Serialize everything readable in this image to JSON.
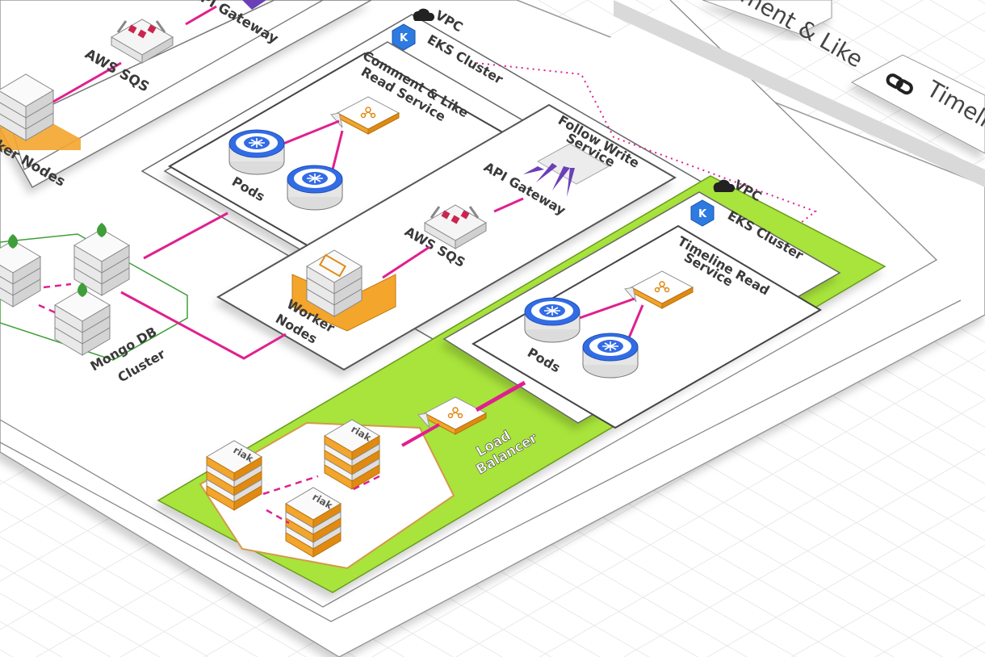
{
  "diagram": {
    "top_labels": {
      "api_gateway_partial": "API Gateway",
      "aws_sqs_top": "AWS SQS",
      "worker_nodes_partial": "Worker Nodes",
      "comment_like_partial": "Comment & Like",
      "timeline_partial": "Timeline"
    },
    "comment_like_read": {
      "vpc": "VPC",
      "eks": "EKS Cluster",
      "service": [
        "Comment & Like",
        "Read Service"
      ],
      "pods": "Pods"
    },
    "follow_write": {
      "service": [
        "Follow Write",
        "Service"
      ],
      "api_gateway": "API Gateway",
      "aws_sqs": "AWS SQS",
      "worker_nodes": [
        "Worker",
        "Nodes"
      ]
    },
    "mongo": {
      "label": [
        "Mongo DB",
        "Cluster"
      ]
    },
    "timeline_read": {
      "vpc": "VPC",
      "eks": "EKS Cluster",
      "service": [
        "Timeline Read",
        "Service"
      ],
      "pods": "Pods",
      "load_balancer": [
        "Load",
        "Balancer"
      ]
    },
    "riak_label": "riak",
    "colors": {
      "connector": "#e0208f",
      "green_vpc": "#a8e43a",
      "orange": "#f3a52c",
      "mongo_green": "#3f9e3a",
      "k8s_blue": "#326ce5",
      "purple": "#6a3fb8"
    }
  }
}
